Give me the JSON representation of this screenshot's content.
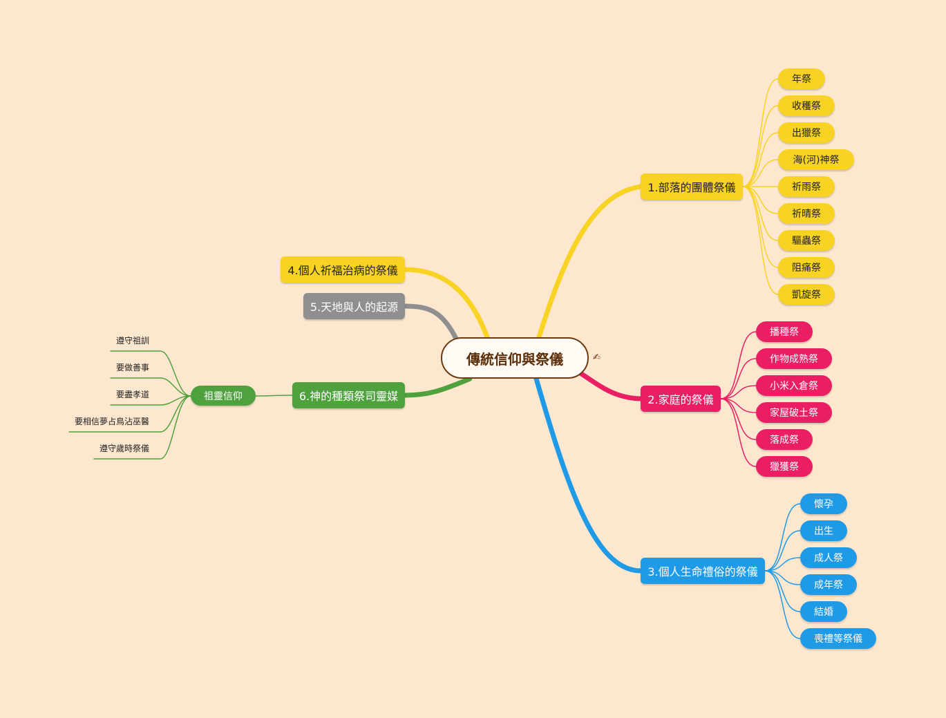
{
  "root": {
    "label": "傳統信仰與祭儀"
  },
  "branches": {
    "b1": {
      "label": "1.部落的團體祭儀",
      "color": "#f8d323",
      "children": [
        "年祭",
        "收穫祭",
        "出獵祭",
        "海(河)神祭",
        "祈雨祭",
        "祈晴祭",
        "驅蟲祭",
        "阻痛祭",
        "凱旋祭"
      ]
    },
    "b2": {
      "label": "2.家庭的祭儀",
      "color": "#e91e63",
      "children": [
        "播種祭",
        "作物成熟祭",
        "小米入倉祭",
        "家屋破土祭",
        "落成祭",
        "獵獲祭"
      ]
    },
    "b3": {
      "label": "3.個人生命禮俗的祭儀",
      "color": "#1e9ae7",
      "children": [
        "懷孕",
        "出生",
        "成人祭",
        "成年祭",
        "結婚",
        "喪禮等祭儀"
      ]
    },
    "b4": {
      "label": "4.個人祈福治病的祭儀",
      "color": "#f8d323"
    },
    "b5": {
      "label": "5.天地與人的起源",
      "color": "#8f8f8f"
    },
    "b6": {
      "label": "6.神的種類祭司靈媒",
      "color": "#4ea13c",
      "sub": {
        "label": "祖靈信仰",
        "children": [
          "遵守祖訓",
          "要做善事",
          "要盡孝道",
          "要相信夢占鳥沾巫醫",
          "遵守歲時祭儀"
        ]
      }
    }
  },
  "colors": {
    "background": "#fde7cf",
    "root_border": "#6b3a10"
  }
}
